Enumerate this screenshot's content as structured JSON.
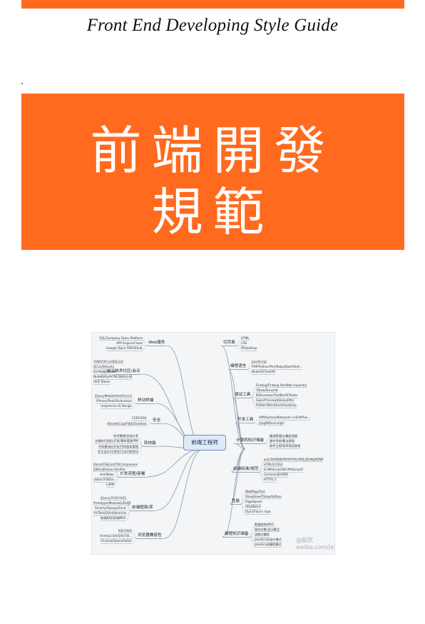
{
  "subtitle": "Front End Developing Style Guide",
  "banner": {
    "line1": "前端開發",
    "line2": "規範"
  },
  "colors": {
    "accent": "#ff6a1e",
    "text_on_accent": "#ffffff"
  },
  "mindmap": {
    "center": "前端工程师",
    "watermark": {
      "handle": "@妮欣",
      "url": "weibo.com/jayli"
    },
    "left": [
      {
        "label": "Web服务",
        "items": [
          "YQL/Company Open Platform",
          "APP Engine/Cloud",
          "Google Open API/Github"
        ]
      },
      {
        "label": "前沿技术社区/会议",
        "items": [
          "YDN/YUIConf/JSConf",
          "QCon/Velocity",
          "D2/WebRebuild",
          "NodeParty/HTML5研究小组",
          "UED Teams"
        ]
      },
      {
        "label": "移动终端",
        "items": [
          "jQueryMobile/html5/css3",
          "iPhone/iPad/iOs/android",
          "responsive UI Design"
        ]
      },
      {
        "label": "安全",
        "items": [
          "CSRF/XSS",
          "ADsafe/Caja/FBJS/Sandbox"
        ]
      },
      {
        "label": "软技能",
        "items": [
          "知识整理/总结分享",
          "沟通技巧/团队开发/需求管理/PM",
          "代码模块化开发/代码版本管理",
          "交互设计/可用性/可访问性知识"
        ]
      },
      {
        "label": "开发流程/部署",
        "items": [
          "JSLint/CSSLint/YUICompressor",
          "JSMin/JPacker-minifier",
          "Ant/Make",
          "JSDoc/YUIDoc",
          "LAMP"
        ]
      },
      {
        "label": "前端框架/库",
        "items": [
          "jQuery/YUI2/YUI3",
          "Prototype/Mootools/ExtJS",
          "Smarty/Django/Zend",
          "YUITest/QUnit/Jasmine",
          "前端测试/前端MVC"
        ]
      },
      {
        "label": "浏览器兼容性",
        "items": [
          "IE6/7/8/9",
          "Firefox3.6/4/5/6/7/8...",
          "Chrome/Opera/Safari"
        ]
      }
    ],
    "right": [
      {
        "label": "切页面",
        "items": [
          "HTML",
          "CSS",
          "PhotoShop"
        ]
      },
      {
        "label": "编程语言",
        "items": [
          "JavaScript",
          "PHP/Python/Perl/Ruby/BashShell...",
          "Node/S/FlashAS"
        ]
      },
      {
        "label": "调试工具",
        "items": [
          "Firebug/Firebug lite/Web Inspector",
          "YSlow/Smushit",
          "IEDeveloperToolBar/IETester",
          "SuperPreview/Jsbeautifier",
          "Fiddler/WireShark/tcpdump"
        ]
      },
      {
        "label": "开发工具",
        "items": [
          "VIM/Aptana/Notepad++/EditPlus...",
          "fyxg9Win/svn/git"
        ]
      },
      {
        "label": "计算机知识储备",
        "items": [
          "编译原理/计算机网络",
          "操作系统/算法原理",
          "软件工程/软件测试原理"
        ]
      },
      {
        "label": "前端标准/规范",
        "items": [
          "w3c/DOM/BOM/XHTML/XML/JSON/JSONP",
          "HTML5/CSS3",
          "ECMAScript3/ECMAScript5",
          "CommonJS/AMD",
          "HTTP1.1"
        ]
      },
      {
        "label": "性能",
        "items": [
          "WebPageTest",
          "ShowSlow/YSlow/SitRule",
          "PageSpeed",
          "HttpWatch",
          "DynaTrace's Ajax"
        ]
      },
      {
        "label": "编程知识储备",
        "items": [
          "数据结构/MVC",
          "面向对象/设计模式",
          "函数式编程",
          "JavaScript设计模式",
          "JavaScript编程模式"
        ]
      }
    ]
  }
}
